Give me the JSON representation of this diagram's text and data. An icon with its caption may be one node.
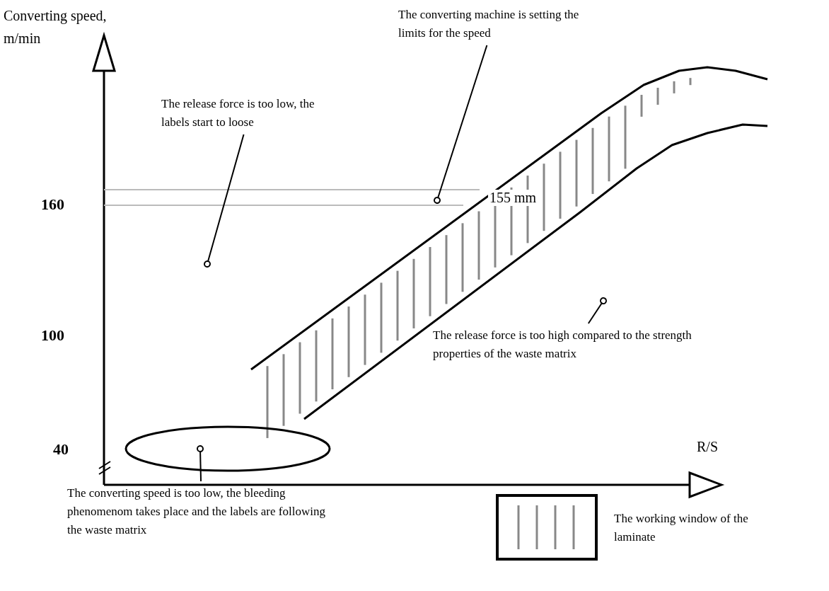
{
  "diagram": {
    "nodes": [
      {
        "text": [
          "The release force is too low, the labels start to loose"
        ]
      },
      {
        "text": [
          "The converting machine is setting the limits for the speed"
        ]
      },
      {
        "text": [
          "The release force is too high compared to the strength properties of the waste matrix"
        ]
      },
      {
        "text": [
          "The converting speed is too low, the bleeding phenomenom takes place and the labels are following the waste matrix"
        ]
      }
    ],
    "edges": [
      {
        "from": 0,
        "to": null,
        "arrow": "other"
      },
      {
        "from": 1,
        "to": null,
        "arrow": "other"
      },
      {
        "from": 2,
        "to": null,
        "arrow": "other"
      },
      {
        "from": 3,
        "to": null,
        "arrow": "other"
      }
    ],
    "labels": [
      "Converting speed, m/min",
      "160",
      "155 mm",
      "100",
      "40",
      "R/S"
    ],
    "legend": [
      {
        "text": "The working window of the laminate"
      }
    ]
  }
}
